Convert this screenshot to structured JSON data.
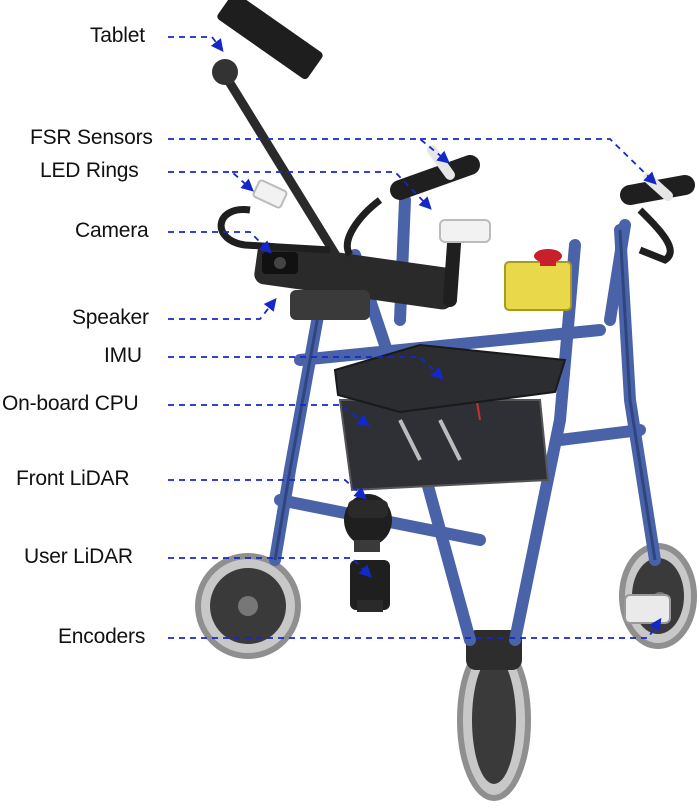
{
  "labels": {
    "tablet": "Tablet",
    "fsr": "FSR Sensors",
    "led": "LED Rings",
    "camera": "Camera",
    "speaker": "Speaker",
    "imu": "IMU",
    "cpu": "On-board CPU",
    "front_lidar": "Front LiDAR",
    "user_lidar": "User LiDAR",
    "encoders": "Encoders"
  },
  "colors": {
    "arrow": "#1428c8",
    "frame": "#4a63a8",
    "frame_dark": "#2f4580",
    "seat": "#2b2d31",
    "tire": "#9a9a9a",
    "emergency_box": "#e8d84a",
    "emergency_button": "#c8202a"
  },
  "icons": [
    "tablet-icon",
    "emergency-stop-icon",
    "led-ring-icon",
    "camera-icon",
    "lidar-icon"
  ]
}
